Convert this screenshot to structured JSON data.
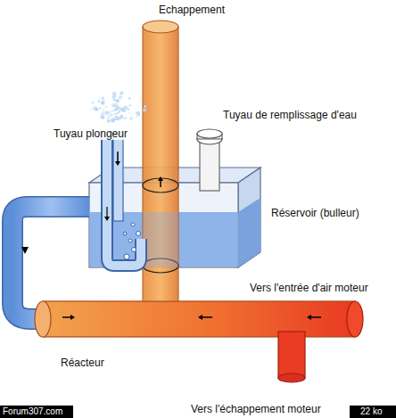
{
  "diagram": {
    "labels": [
      "Echappement",
      "Tuyau plongeur",
      "Tuyau de remplissage d'eau",
      "Réservoir (bulleur)",
      "Vers l'entrée d'air moteur",
      "Réacteur",
      "Vers l'échappement moteur",
      "Forum307.com",
      "22 ko"
    ]
  }
}
